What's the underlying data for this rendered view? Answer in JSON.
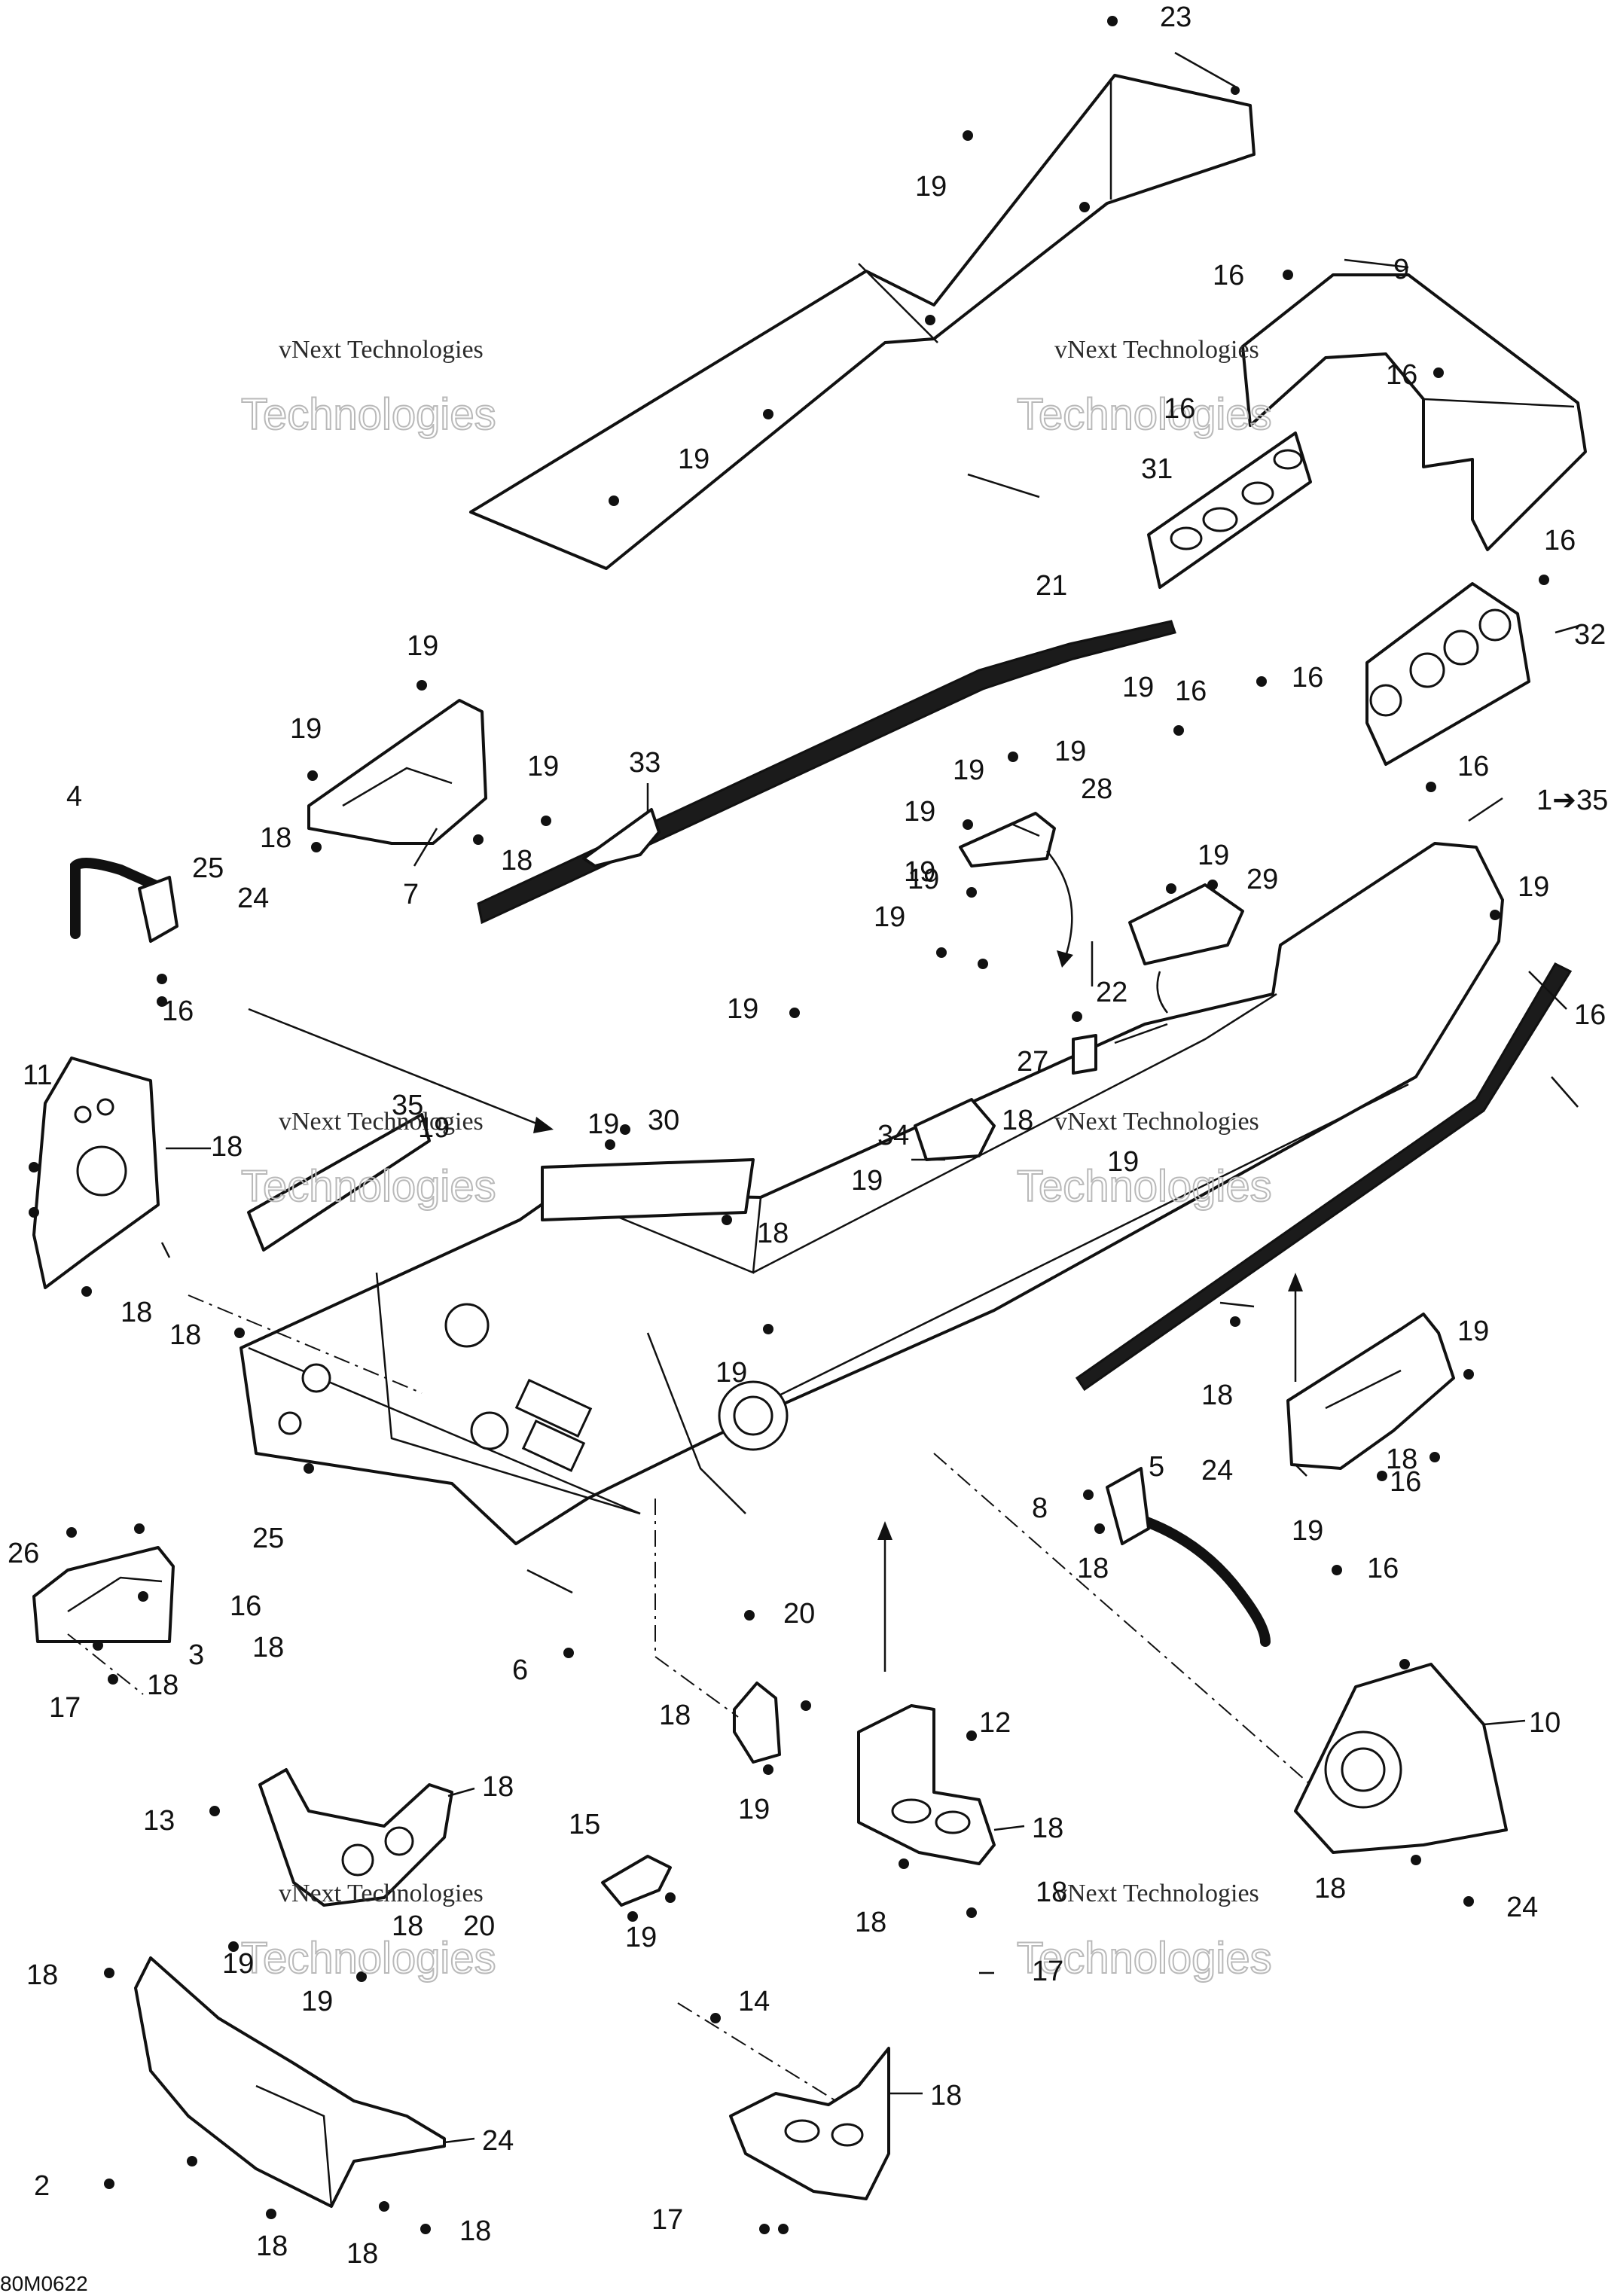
{
  "drawing_code": "80M0622",
  "watermark": {
    "line1": "vNext Technologies",
    "line2": "Technologies"
  },
  "callouts": [
    {
      "id": "c23",
      "label": "23"
    },
    {
      "id": "c19a",
      "label": "19"
    },
    {
      "id": "c9",
      "label": "9"
    },
    {
      "id": "c16a",
      "label": "16"
    },
    {
      "id": "c16b",
      "label": "16"
    },
    {
      "id": "c16c",
      "label": "16"
    },
    {
      "id": "c19b",
      "label": "19"
    },
    {
      "id": "c31",
      "label": "31"
    },
    {
      "id": "c16d",
      "label": "16"
    },
    {
      "id": "c21",
      "label": "21"
    },
    {
      "id": "c32",
      "label": "32"
    },
    {
      "id": "c19c",
      "label": "19"
    },
    {
      "id": "c19d",
      "label": "19"
    },
    {
      "id": "c16e",
      "label": "16"
    },
    {
      "id": "c16f",
      "label": "16"
    },
    {
      "id": "c19e",
      "label": "19"
    },
    {
      "id": "c33",
      "label": "33"
    },
    {
      "id": "c19f",
      "label": "19"
    },
    {
      "id": "c19g",
      "label": "19"
    },
    {
      "id": "c19h",
      "label": "19"
    },
    {
      "id": "c28",
      "label": "28"
    },
    {
      "id": "c16g",
      "label": "16"
    },
    {
      "id": "c1-35",
      "label": "1➔35"
    },
    {
      "id": "c4",
      "label": "4"
    },
    {
      "id": "c18a",
      "label": "18"
    },
    {
      "id": "c18b",
      "label": "18"
    },
    {
      "id": "c7",
      "label": "7"
    },
    {
      "id": "c19i",
      "label": "19"
    },
    {
      "id": "c19j",
      "label": "19"
    },
    {
      "id": "c19k",
      "label": "19"
    },
    {
      "id": "c16h",
      "label": "16"
    },
    {
      "id": "c25a",
      "label": "25"
    },
    {
      "id": "c24a",
      "label": "24"
    },
    {
      "id": "c19l",
      "label": "19"
    },
    {
      "id": "c19m",
      "label": "19"
    },
    {
      "id": "c29",
      "label": "29"
    },
    {
      "id": "c22",
      "label": "22"
    },
    {
      "id": "c16i",
      "label": "16"
    },
    {
      "id": "c19n",
      "label": "19"
    },
    {
      "id": "c19o",
      "label": "19"
    },
    {
      "id": "c27",
      "label": "27"
    },
    {
      "id": "c18c",
      "label": "18"
    },
    {
      "id": "c11",
      "label": "11"
    },
    {
      "id": "c18d",
      "label": "18"
    },
    {
      "id": "c35",
      "label": "35"
    },
    {
      "id": "c19p",
      "label": "19"
    },
    {
      "id": "c19q",
      "label": "19"
    },
    {
      "id": "c30",
      "label": "30"
    },
    {
      "id": "c34",
      "label": "34"
    },
    {
      "id": "c19r",
      "label": "19"
    },
    {
      "id": "c19s",
      "label": "19"
    },
    {
      "id": "c18e",
      "label": "18"
    },
    {
      "id": "c18f",
      "label": "18"
    },
    {
      "id": "c18g",
      "label": "18"
    },
    {
      "id": "c19t",
      "label": "19"
    },
    {
      "id": "c19u",
      "label": "19"
    },
    {
      "id": "c18h",
      "label": "18"
    },
    {
      "id": "c18i",
      "label": "18"
    },
    {
      "id": "c25b",
      "label": "25"
    },
    {
      "id": "c5",
      "label": "5"
    },
    {
      "id": "c24b",
      "label": "24"
    },
    {
      "id": "c8",
      "label": "8"
    },
    {
      "id": "c19v",
      "label": "19"
    },
    {
      "id": "c16j",
      "label": "16"
    },
    {
      "id": "c18j",
      "label": "18"
    },
    {
      "id": "c16k",
      "label": "16"
    },
    {
      "id": "c26",
      "label": "26"
    },
    {
      "id": "c16l",
      "label": "16"
    },
    {
      "id": "c20a",
      "label": "20"
    },
    {
      "id": "c3",
      "label": "3"
    },
    {
      "id": "c17a",
      "label": "17"
    },
    {
      "id": "c18k",
      "label": "18"
    },
    {
      "id": "c18l",
      "label": "18"
    },
    {
      "id": "c6",
      "label": "6"
    },
    {
      "id": "c18m",
      "label": "18"
    },
    {
      "id": "c19w",
      "label": "19"
    },
    {
      "id": "c12",
      "label": "12"
    },
    {
      "id": "c10",
      "label": "10"
    },
    {
      "id": "c18n",
      "label": "18"
    },
    {
      "id": "c13",
      "label": "13"
    },
    {
      "id": "c15",
      "label": "15"
    },
    {
      "id": "c18o",
      "label": "18"
    },
    {
      "id": "c20b",
      "label": "20"
    },
    {
      "id": "c18p",
      "label": "18"
    },
    {
      "id": "c19x",
      "label": "19"
    },
    {
      "id": "c19y",
      "label": "19"
    },
    {
      "id": "c18q",
      "label": "18"
    },
    {
      "id": "c18r",
      "label": "18"
    },
    {
      "id": "c18s",
      "label": "18"
    },
    {
      "id": "c24c",
      "label": "24"
    },
    {
      "id": "c17b",
      "label": "17"
    },
    {
      "id": "c18t",
      "label": "18"
    },
    {
      "id": "c19z",
      "label": "19"
    },
    {
      "id": "c14",
      "label": "14"
    },
    {
      "id": "c18u",
      "label": "18"
    },
    {
      "id": "c2",
      "label": "2"
    },
    {
      "id": "c24d",
      "label": "24"
    },
    {
      "id": "c17c",
      "label": "17"
    },
    {
      "id": "c18v",
      "label": "18"
    },
    {
      "id": "c18w",
      "label": "18"
    },
    {
      "id": "c18x",
      "label": "18"
    }
  ]
}
